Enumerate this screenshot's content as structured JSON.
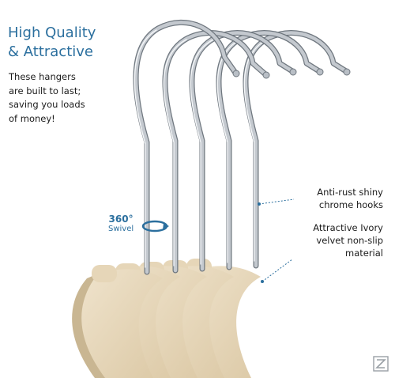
{
  "headline": {
    "line1": "High Quality",
    "line2": "& Attractive"
  },
  "tagline": {
    "line1": "These hangers",
    "line2": "are built to last;",
    "line3": "saving you loads",
    "line4": "of money!"
  },
  "swivel": {
    "degrees": "360°",
    "label": "Swivel"
  },
  "callouts": {
    "hooks": {
      "line1": "Anti-rust shiny",
      "line2": "chrome hooks"
    },
    "velvet": {
      "line1": "Attractive Ivory",
      "line2": "velvet non-slip",
      "line3": "material"
    }
  },
  "colors": {
    "accent": "#2b6f9e",
    "text": "#1b1b1b",
    "velvet": "#e8d9bf",
    "velvet_shadow": "#c9b692",
    "chrome": "#c4c9cf",
    "chrome_highlight": "#f4f6f8",
    "chrome_shadow": "#6f777f"
  },
  "icons": {
    "swivel": "rotate-arrow-icon",
    "brand": "brand-logo-icon"
  }
}
